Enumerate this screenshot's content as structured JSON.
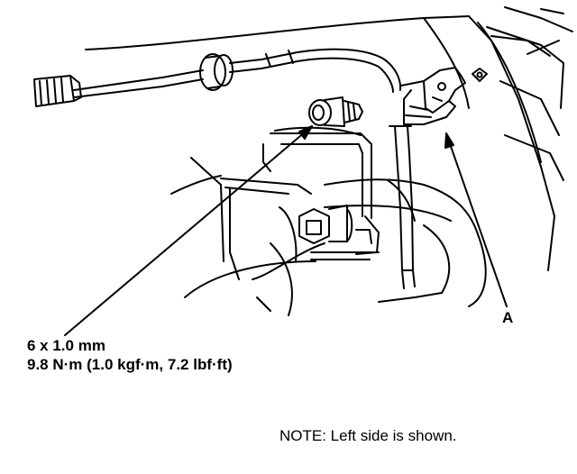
{
  "labels": {
    "fastener_size": "6 x 1.0 mm",
    "torque_spec": "9.8 N·m (1.0 kgf·m, 7.2 lbf·ft)",
    "callout_a": "A",
    "note": "NOTE: Left side is shown."
  }
}
